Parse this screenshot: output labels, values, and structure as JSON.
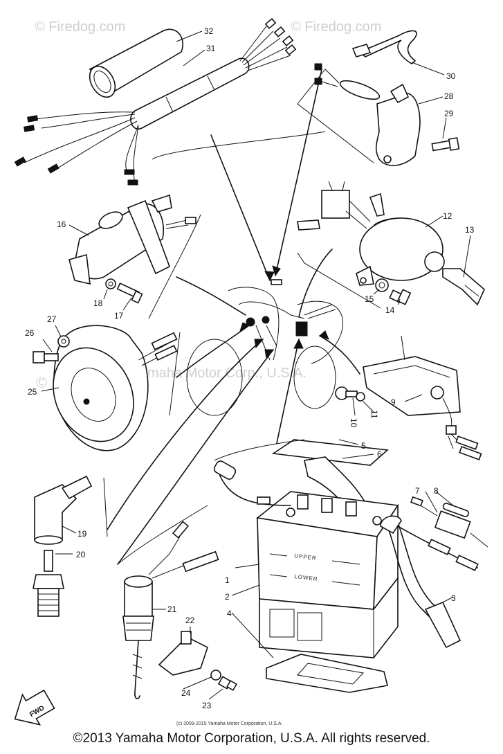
{
  "watermarks": {
    "top": "© Firedog.com",
    "middle": "© Firedog.com",
    "center": "Yamaha Motor Corp., U.S.A.",
    "right": "© Firedog.com"
  },
  "callouts": [
    "1",
    "2",
    "3",
    "4",
    "5",
    "6",
    "7",
    "8",
    "9",
    "10",
    "11",
    "12",
    "13",
    "14",
    "15",
    "16",
    "17",
    "18",
    "19",
    "20",
    "21",
    "22",
    "23",
    "24",
    "25",
    "26",
    "27",
    "28",
    "29",
    "30",
    "31",
    "32"
  ],
  "battery_labels": {
    "upper": "UPPER",
    "lower": "LOWER"
  },
  "fwd_label": "FWD",
  "fine_print": "(c) 2009-2015 Yamaha Motor Corporation, U.S.A.",
  "footer": "©2013 Yamaha Motor Corporation, U.S.A. All rights reserved."
}
